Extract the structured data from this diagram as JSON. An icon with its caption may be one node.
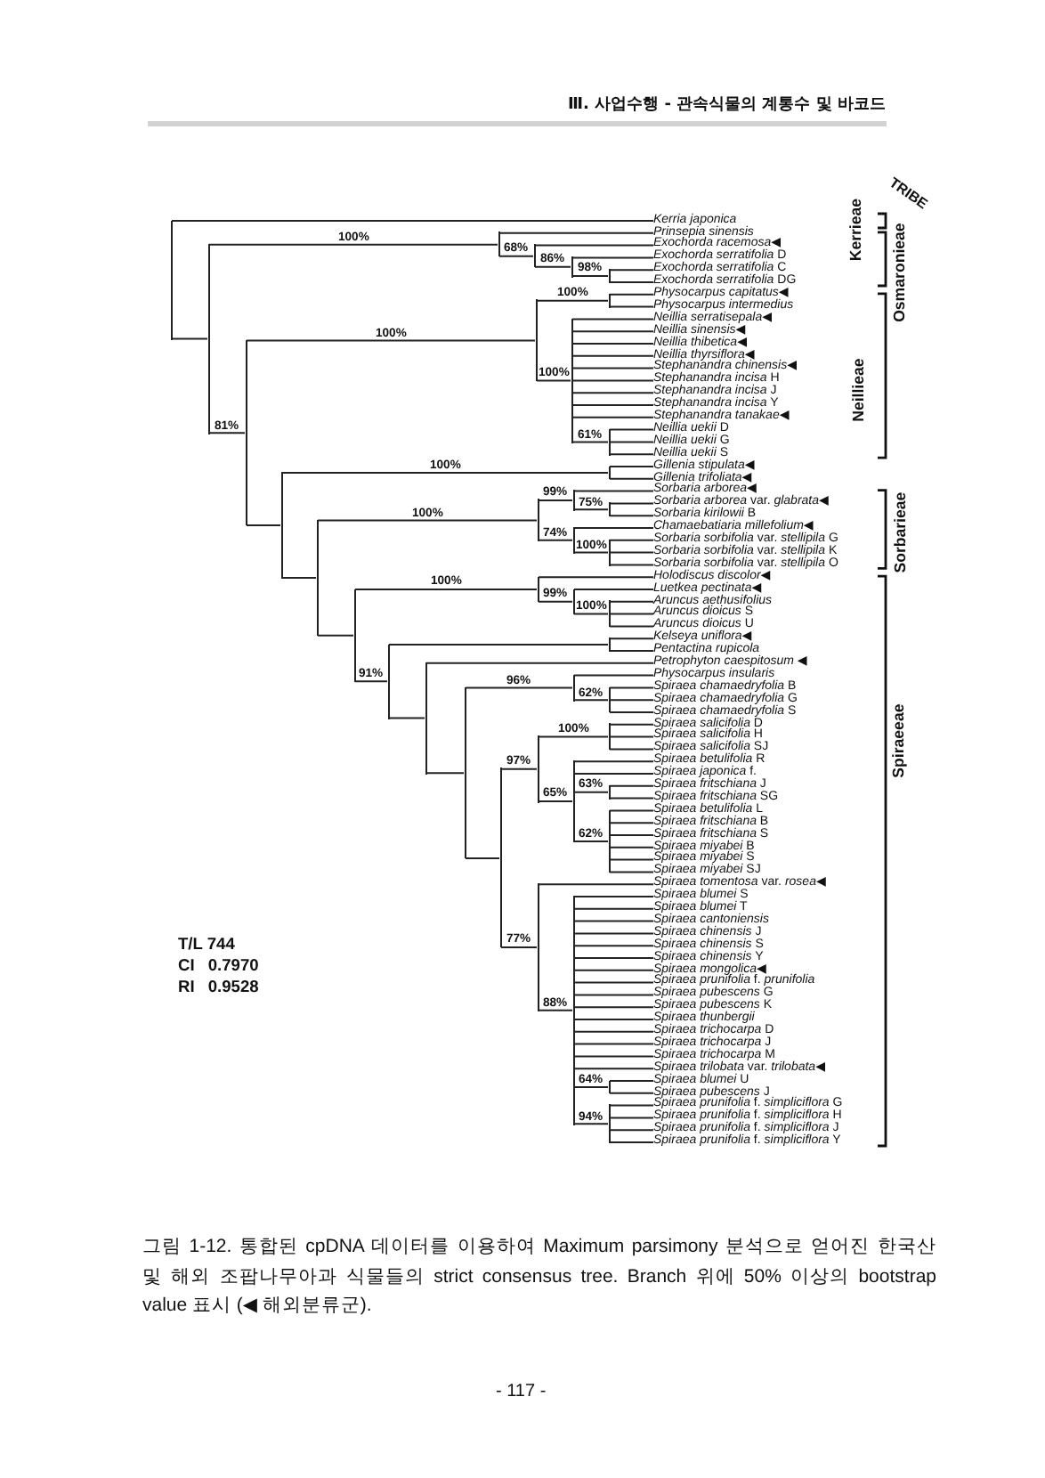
{
  "diagram": {
    "caption": "그림 1-12. 통합된 cpDNA 데이터를 이용하여 Maximum parsimony 분석으로 얻어진 한국산 및 해외 조팝나무아과 식물들의 strict consensus tree. Branch 위에 50% 이상의 bootstrap value 표시 (◀ 해외분류군).",
    "nodes": [
      {
        "text": [
          "Kerria japonica"
        ]
      },
      {
        "text": [
          "Prinsepia sinensis"
        ]
      },
      {
        "text": [
          "Exochorda racemosa◀"
        ]
      },
      {
        "text": [
          "*Exochorda serratifolia* D"
        ]
      },
      {
        "text": [
          "*Exochorda serratifolia* C"
        ]
      },
      {
        "text": [
          "*Exochorda serratifolia* DG"
        ]
      },
      {
        "text": [
          "Physocarpus capitatus◀"
        ]
      },
      {
        "text": [
          "Physocarpus intermedius"
        ]
      },
      {
        "text": [
          "Neillia serratisepala◀"
        ]
      },
      {
        "text": [
          "Neillia sinensis◀"
        ]
      },
      {
        "text": [
          "Neillia thibetica◀"
        ]
      },
      {
        "text": [
          "Neillia thyrsiflora◀"
        ]
      },
      {
        "text": [
          "Stephanandra chinensis◀"
        ]
      },
      {
        "text": [
          "*Stephanandra incisa* H"
        ]
      },
      {
        "text": [
          "*Stephanandra incisa* J"
        ]
      },
      {
        "text": [
          "*Stephanandra incisa* Y"
        ]
      },
      {
        "text": [
          "Stephanandra tanakae◀"
        ]
      },
      {
        "text": [
          "*Neillia uekii* D"
        ]
      },
      {
        "text": [
          "*Neillia uekii* G"
        ]
      },
      {
        "text": [
          "*Neillia uekii* S"
        ]
      },
      {
        "text": [
          "Gillenia stipulata◀"
        ]
      },
      {
        "text": [
          "Gillenia trifoliata◀"
        ]
      },
      {
        "text": [
          "Sorbaria arborea◀"
        ]
      },
      {
        "text": [
          "*Sorbaria arborea* var. *glabrata*◀"
        ]
      },
      {
        "text": [
          "*Sorbaria kirilowii* B"
        ]
      },
      {
        "text": [
          "Chamaebatiaria millefolium◀"
        ]
      },
      {
        "text": [
          "*Sorbaria sorbifolia* var. *stellipila* G"
        ]
      },
      {
        "text": [
          "*Sorbaria sorbifolia* var. *stellipila* K"
        ]
      },
      {
        "text": [
          "*Sorbaria sorbifolia* var. *stellipila* O"
        ]
      },
      {
        "text": [
          "Holodiscus discolor◀"
        ]
      },
      {
        "text": [
          "Luetkea pectinata◀"
        ]
      },
      {
        "text": [
          "Aruncus aethusifolius"
        ]
      },
      {
        "text": [
          "*Aruncus dioicus* S"
        ]
      },
      {
        "text": [
          "*Aruncus dioicus* U"
        ]
      },
      {
        "text": [
          "Kelseya uniflora◀"
        ]
      },
      {
        "text": [
          "Pentactina rupicola"
        ]
      },
      {
        "text": [
          "Petrophyton caespitosum ◀"
        ]
      },
      {
        "text": [
          "Physocarpus insularis"
        ]
      },
      {
        "text": [
          "*Spiraea chamaedryfolia* B"
        ]
      },
      {
        "text": [
          "*Spiraea chamaedryfolia* G"
        ]
      },
      {
        "text": [
          "*Spiraea chamaedryfolia* S"
        ]
      },
      {
        "text": [
          "*Spiraea salicifolia* D"
        ]
      },
      {
        "text": [
          "*Spiraea salicifolia* H"
        ]
      },
      {
        "text": [
          "*Spiraea salicifolia* SJ"
        ]
      },
      {
        "text": [
          "*Spiraea betulifolia* R"
        ]
      },
      {
        "text": [
          "*Spiraea japonica* f."
        ]
      },
      {
        "text": [
          "*Spiraea fritschiana* J"
        ]
      },
      {
        "text": [
          "*Spiraea fritschiana* SG"
        ]
      },
      {
        "text": [
          "*Spiraea betulifolia* L"
        ]
      },
      {
        "text": [
          "*Spiraea fritschiana* B"
        ]
      },
      {
        "text": [
          "*Spiraea fritschiana* S"
        ]
      },
      {
        "text": [
          "*Spiraea miyabei* B"
        ]
      },
      {
        "text": [
          "*Spiraea miyabei* S"
        ]
      },
      {
        "text": [
          "*Spiraea miyabei* SJ"
        ]
      },
      {
        "text": [
          "*Spiraea tomentosa* var. *rosea*◀"
        ]
      },
      {
        "text": [
          "*Spiraea blumei* S"
        ]
      },
      {
        "text": [
          "*Spiraea blumei* T"
        ]
      },
      {
        "text": [
          "Spiraea cantoniensis"
        ]
      },
      {
        "text": [
          "*Spiraea chinensis* J"
        ]
      },
      {
        "text": [
          "*Spiraea chinensis* S"
        ]
      },
      {
        "text": [
          "*Spiraea chinensis* Y"
        ]
      },
      {
        "text": [
          "Spiraea mongolica◀"
        ]
      },
      {
        "text": [
          "*Spiraea prunifolia* f. *prunifolia*"
        ]
      },
      {
        "text": [
          "*Spiraea pubescens* G"
        ]
      },
      {
        "text": [
          "*Spiraea pubescens* K"
        ]
      },
      {
        "text": [
          "Spiraea thunbergii"
        ]
      },
      {
        "text": [
          "*Spiraea trichocarpa* D"
        ]
      },
      {
        "text": [
          "*Spiraea trichocarpa* J"
        ]
      },
      {
        "text": [
          "*Spiraea trichocarpa* M"
        ]
      },
      {
        "text": [
          "*Spiraea trilobata* var. *trilobata*◀"
        ]
      },
      {
        "text": [
          "*Spiraea blumei* U"
        ]
      },
      {
        "text": [
          "*Spiraea pubescens* J"
        ]
      },
      {
        "text": [
          "*Spiraea prunifolia* f. *simpliciflora* G"
        ]
      },
      {
        "text": [
          "*Spiraea prunifolia* f. *simpliciflora* H"
        ]
      },
      {
        "text": [
          "*Spiraea prunifolia* f. *simpliciflora* J"
        ]
      },
      {
        "text": [
          "*Spiraea prunifolia* f. *simpliciflora* Y"
        ]
      },
      {
        "text": [],
        "shape": "bar"
      },
      {
        "text": [],
        "shape": "bar"
      },
      {
        "text": [],
        "shape": "bar"
      },
      {
        "text": [],
        "shape": "bar"
      },
      {
        "text": [],
        "shape": "bar"
      },
      {
        "text": [],
        "shape": "bar"
      },
      {
        "text": [],
        "shape": "bar"
      },
      {
        "text": [],
        "shape": "bar"
      },
      {
        "text": [],
        "shape": "bar"
      },
      {
        "text": [],
        "shape": "bar"
      },
      {
        "text": [],
        "shape": "bar"
      },
      {
        "text": [],
        "shape": "bar"
      },
      {
        "text": [],
        "shape": "bar"
      },
      {
        "text": [],
        "shape": "bar"
      },
      {
        "text": [],
        "shape": "bar"
      },
      {
        "text": [],
        "shape": "bar"
      },
      {
        "text": [],
        "shape": "bar"
      },
      {
        "text": [],
        "shape": "bar"
      },
      {
        "text": [],
        "shape": "bar"
      },
      {
        "text": [],
        "shape": "bar"
      },
      {
        "text": [],
        "shape": "bar"
      },
      {
        "text": [],
        "shape": "bar"
      },
      {
        "text": [],
        "shape": "bar"
      },
      {
        "text": [],
        "shape": "bar"
      },
      {
        "text": [],
        "shape": "bar"
      },
      {
        "text": [],
        "shape": "bar"
      },
      {
        "text": [],
        "shape": "bar"
      },
      {
        "text": [],
        "shape": "bar"
      },
      {
        "text": [],
        "shape": "bar"
      },
      {
        "text": [],
        "shape": "bar"
      },
      {
        "text": [],
        "shape": "bar"
      },
      {
        "text": [],
        "shape": "bar"
      },
      {
        "text": [],
        "shape": "bar"
      },
      {
        "text": [],
        "shape": "bar"
      },
      {
        "text": [],
        "shape": "bar"
      },
      {
        "text": [],
        "shape": "bar"
      },
      {
        "text": [],
        "shape": "bar"
      },
      {
        "text": [],
        "shape": "bar"
      },
      {
        "text": [],
        "shape": "bar"
      }
    ],
    "edges": [
      {
        "from": 76,
        "to": 0,
        "arrow": "none"
      },
      {
        "from": 76,
        "to": 77,
        "arrow": "none"
      },
      {
        "from": 77,
        "to": 78,
        "arrow": "none",
        "label": "100%"
      },
      {
        "from": 77,
        "to": 82,
        "arrow": "none",
        "label": "81%"
      },
      {
        "from": 78,
        "to": 1,
        "arrow": "none"
      },
      {
        "from": 78,
        "to": 79,
        "arrow": "none",
        "label": "68%"
      },
      {
        "from": 79,
        "to": 2,
        "arrow": "none"
      },
      {
        "from": 79,
        "to": 80,
        "arrow": "none",
        "label": "86%"
      },
      {
        "from": 80,
        "to": 3,
        "arrow": "none"
      },
      {
        "from": 80,
        "to": 81,
        "arrow": "none",
        "label": "98%"
      },
      {
        "from": 81,
        "to": 4,
        "arrow": "none"
      },
      {
        "from": 81,
        "to": 5,
        "arrow": "none"
      },
      {
        "from": 82,
        "to": 83,
        "arrow": "none",
        "label": "100%"
      },
      {
        "from": 82,
        "to": 87,
        "arrow": "none"
      },
      {
        "from": 83,
        "to": 84,
        "arrow": "none",
        "label": "100%"
      },
      {
        "from": 83,
        "to": 85,
        "arrow": "none",
        "label": "100%"
      },
      {
        "from": 84,
        "to": 6,
        "arrow": "none"
      },
      {
        "from": 84,
        "to": 7,
        "arrow": "none"
      },
      {
        "from": 85,
        "to": 8,
        "arrow": "none"
      },
      {
        "from": 85,
        "to": 9,
        "arrow": "none"
      },
      {
        "from": 85,
        "to": 10,
        "arrow": "none"
      },
      {
        "from": 85,
        "to": 11,
        "arrow": "none"
      },
      {
        "from": 85,
        "to": 12,
        "arrow": "none"
      },
      {
        "from": 85,
        "to": 13,
        "arrow": "none"
      },
      {
        "from": 85,
        "to": 14,
        "arrow": "none"
      },
      {
        "from": 85,
        "to": 15,
        "arrow": "none"
      },
      {
        "from": 85,
        "to": 16,
        "arrow": "none"
      },
      {
        "from": 85,
        "to": 86,
        "arrow": "none",
        "label": "61%"
      },
      {
        "from": 86,
        "to": 17,
        "arrow": "none"
      },
      {
        "from": 86,
        "to": 18,
        "arrow": "none"
      },
      {
        "from": 86,
        "to": 19,
        "arrow": "none"
      },
      {
        "from": 87,
        "to": 88,
        "arrow": "none",
        "label": "100%"
      },
      {
        "from": 87,
        "to": 89,
        "arrow": "none"
      },
      {
        "from": 88,
        "to": 20,
        "arrow": "none"
      },
      {
        "from": 88,
        "to": 21,
        "arrow": "none"
      },
      {
        "from": 89,
        "to": 90,
        "arrow": "none",
        "label": "100%"
      },
      {
        "from": 89,
        "to": 95,
        "arrow": "none"
      },
      {
        "from": 90,
        "to": 91,
        "arrow": "none",
        "label": "99%"
      },
      {
        "from": 90,
        "to": 93,
        "arrow": "none",
        "label": "74%"
      },
      {
        "from": 91,
        "to": 22,
        "arrow": "none"
      },
      {
        "from": 91,
        "to": 92,
        "arrow": "none",
        "label": "75%"
      },
      {
        "from": 92,
        "to": 23,
        "arrow": "none"
      },
      {
        "from": 92,
        "to": 24,
        "arrow": "none"
      },
      {
        "from": 93,
        "to": 25,
        "arrow": "none"
      },
      {
        "from": 93,
        "to": 94,
        "arrow": "none",
        "label": "100%"
      },
      {
        "from": 94,
        "to": 26,
        "arrow": "none"
      },
      {
        "from": 94,
        "to": 27,
        "arrow": "none"
      },
      {
        "from": 94,
        "to": 28,
        "arrow": "none"
      },
      {
        "from": 95,
        "to": 96,
        "arrow": "none",
        "label": "100%"
      },
      {
        "from": 95,
        "to": 99,
        "arrow": "none",
        "label": "91%"
      },
      {
        "from": 96,
        "to": 29,
        "arrow": "none"
      },
      {
        "from": 96,
        "to": 97,
        "arrow": "none",
        "label": "99%"
      },
      {
        "from": 97,
        "to": 30,
        "arrow": "none"
      },
      {
        "from": 97,
        "to": 98,
        "arrow": "none",
        "label": "100%"
      },
      {
        "from": 98,
        "to": 31,
        "arrow": "none"
      },
      {
        "from": 98,
        "to": 32,
        "arrow": "none"
      },
      {
        "from": 98,
        "to": 33,
        "arrow": "none"
      },
      {
        "from": 99,
        "to": 100,
        "arrow": "none"
      },
      {
        "from": 99,
        "to": 101,
        "arrow": "none"
      },
      {
        "from": 100,
        "to": 34,
        "arrow": "none"
      },
      {
        "from": 100,
        "to": 35,
        "arrow": "none"
      },
      {
        "from": 101,
        "to": 36,
        "arrow": "none"
      },
      {
        "from": 101,
        "to": 102,
        "arrow": "none"
      },
      {
        "from": 102,
        "to": 103,
        "arrow": "none",
        "label": "96%"
      },
      {
        "from": 102,
        "to": 105,
        "arrow": "none"
      },
      {
        "from": 103,
        "to": 37,
        "arrow": "none"
      },
      {
        "from": 103,
        "to": 104,
        "arrow": "none",
        "label": "62%"
      },
      {
        "from": 104,
        "to": 38,
        "arrow": "none"
      },
      {
        "from": 104,
        "to": 39,
        "arrow": "none"
      },
      {
        "from": 104,
        "to": 40,
        "arrow": "none"
      },
      {
        "from": 105,
        "to": 106,
        "arrow": "none",
        "label": "97%"
      },
      {
        "from": 105,
        "to": 111,
        "arrow": "none",
        "label": "77%"
      },
      {
        "from": 106,
        "to": 107,
        "arrow": "none",
        "label": "100%"
      },
      {
        "from": 106,
        "to": 108,
        "arrow": "none",
        "label": "65%"
      },
      {
        "from": 107,
        "to": 41,
        "arrow": "none"
      },
      {
        "from": 107,
        "to": 42,
        "arrow": "none"
      },
      {
        "from": 107,
        "to": 43,
        "arrow": "none"
      },
      {
        "from": 108,
        "to": 44,
        "arrow": "none"
      },
      {
        "from": 108,
        "to": 45,
        "arrow": "none"
      },
      {
        "from": 108,
        "to": 109,
        "arrow": "none",
        "label": "63%"
      },
      {
        "from": 108,
        "to": 110,
        "arrow": "none",
        "label": "62%"
      },
      {
        "from": 109,
        "to": 46,
        "arrow": "none"
      },
      {
        "from": 109,
        "to": 47,
        "arrow": "none"
      },
      {
        "from": 110,
        "to": 48,
        "arrow": "none"
      },
      {
        "from": 110,
        "to": 49,
        "arrow": "none"
      },
      {
        "from": 110,
        "to": 50,
        "arrow": "none"
      },
      {
        "from": 110,
        "to": 51,
        "arrow": "none"
      },
      {
        "from": 110,
        "to": 52,
        "arrow": "none"
      },
      {
        "from": 110,
        "to": 53,
        "arrow": "none"
      },
      {
        "from": 111,
        "to": 54,
        "arrow": "none"
      },
      {
        "from": 111,
        "to": 112,
        "arrow": "none",
        "label": "88%"
      },
      {
        "from": 112,
        "to": 55,
        "arrow": "none"
      },
      {
        "from": 112,
        "to": 56,
        "arrow": "none"
      },
      {
        "from": 112,
        "to": 57,
        "arrow": "none"
      },
      {
        "from": 112,
        "to": 58,
        "arrow": "none"
      },
      {
        "from": 112,
        "to": 59,
        "arrow": "none"
      },
      {
        "from": 112,
        "to": 60,
        "arrow": "none"
      },
      {
        "from": 112,
        "to": 61,
        "arrow": "none"
      },
      {
        "from": 112,
        "to": 62,
        "arrow": "none"
      },
      {
        "from": 112,
        "to": 63,
        "arrow": "none"
      },
      {
        "from": 112,
        "to": 64,
        "arrow": "none"
      },
      {
        "from": 112,
        "to": 65,
        "arrow": "none"
      },
      {
        "from": 112,
        "to": 66,
        "arrow": "none"
      },
      {
        "from": 112,
        "to": 67,
        "arrow": "none"
      },
      {
        "from": 112,
        "to": 68,
        "arrow": "none"
      },
      {
        "from": 112,
        "to": 69,
        "arrow": "none"
      },
      {
        "from": 112,
        "to": 113,
        "arrow": "none",
        "label": "64%"
      },
      {
        "from": 112,
        "to": 114,
        "arrow": "none",
        "label": "94%"
      },
      {
        "from": 113,
        "to": 70,
        "arrow": "none"
      },
      {
        "from": 113,
        "to": 71,
        "arrow": "none"
      },
      {
        "from": 114,
        "to": 72,
        "arrow": "none"
      },
      {
        "from": 114,
        "to": 73,
        "arrow": "none"
      },
      {
        "from": 114,
        "to": 74,
        "arrow": "none"
      },
      {
        "from": 114,
        "to": 75,
        "arrow": "none"
      }
    ],
    "labels": [
      "Ⅲ. 사업수행 - 관속식물의 계통수 및 바코드",
      "TRIBE",
      "Kerrieae",
      "Osmaronieae",
      "Neillieae",
      "Sorbarieae",
      "Spiraeeae",
      "T/L 744",
      "CI 0.7970",
      "RI 0.9528",
      "- 117 -"
    ]
  }
}
